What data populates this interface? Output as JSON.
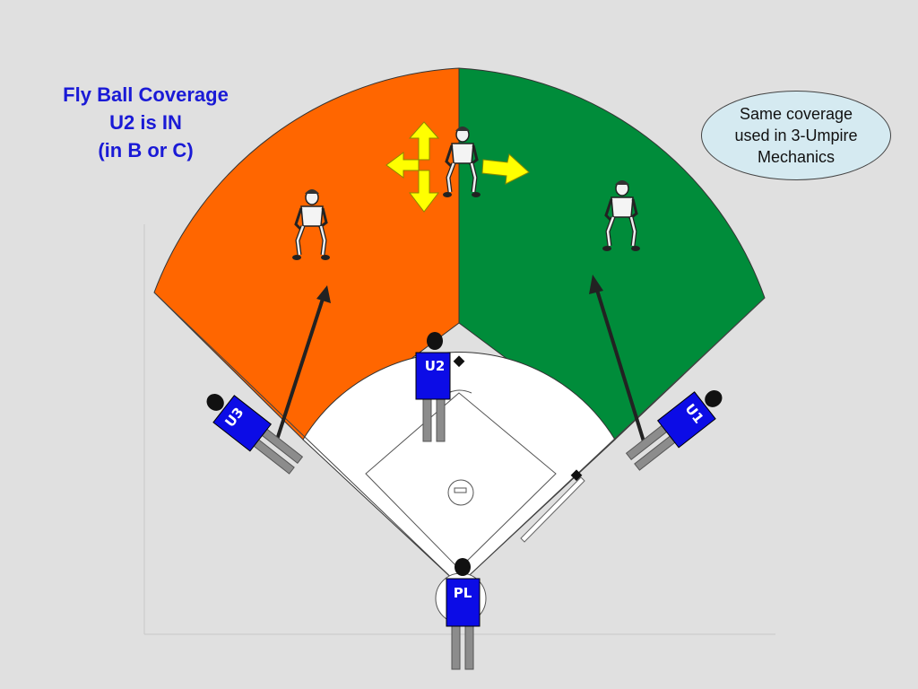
{
  "title": {
    "lines": [
      "Fly Ball Coverage",
      "U2 is IN",
      "(in B or C)"
    ]
  },
  "note": {
    "lines": [
      "Same coverage",
      "used in 3-Umpire",
      "Mechanics"
    ]
  },
  "umpires": {
    "u1": "U1",
    "u2": "U2",
    "u3": "U3",
    "plate": "PL"
  },
  "zones": {
    "left_color": "#ff6600",
    "right_color": "#008c3a",
    "infield_color": "#ffffff"
  },
  "colors": {
    "umpire_shirt": "#0c0ce6",
    "title_text": "#1a1ad6",
    "movement_arrow": "#ffff00",
    "note_fill": "#d5eaf1"
  }
}
